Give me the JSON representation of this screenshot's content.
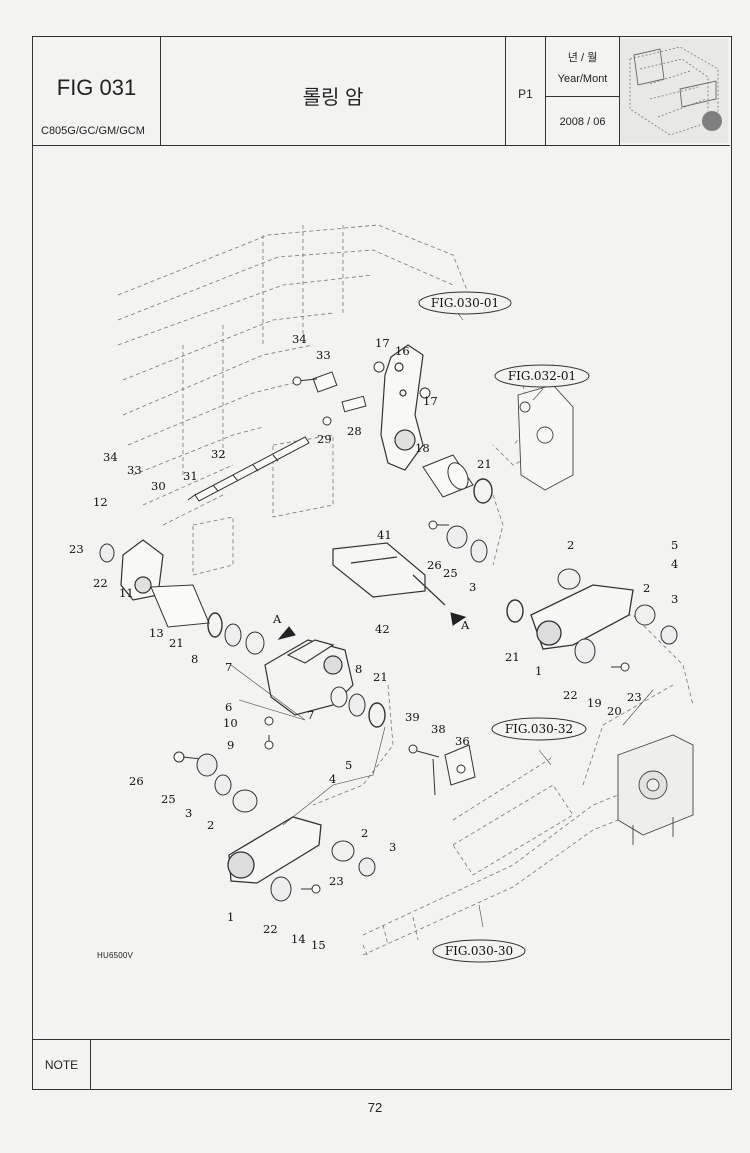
{
  "header": {
    "fig_number": "FIG 031",
    "model_list": "C805G/GC/GM/GCM",
    "title": "롤링 암",
    "page_code": "P1",
    "date_label_kr": "년 / 월",
    "date_label_en": "Year/Mont",
    "date_value": "2008 / 06",
    "thumbnail_icon": "machine-thumbnail-icon"
  },
  "diagram": {
    "reference_figures": [
      "FIG.030-01",
      "FIG.032-01",
      "FIG.030-32",
      "FIG.030-30"
    ],
    "direction_marker": "A",
    "part_callouts": [
      "1",
      "2",
      "3",
      "4",
      "5",
      "6",
      "7",
      "8",
      "9",
      "10",
      "11",
      "12",
      "13",
      "14",
      "15",
      "16",
      "17",
      "18",
      "19",
      "20",
      "21",
      "22",
      "23",
      "25",
      "26",
      "28",
      "29",
      "31",
      "32",
      "33",
      "34",
      "36",
      "38",
      "39",
      "41",
      "42"
    ],
    "drawing_code": "HU6500V"
  },
  "footer": {
    "note_label": "NOTE",
    "page_number": "72"
  }
}
